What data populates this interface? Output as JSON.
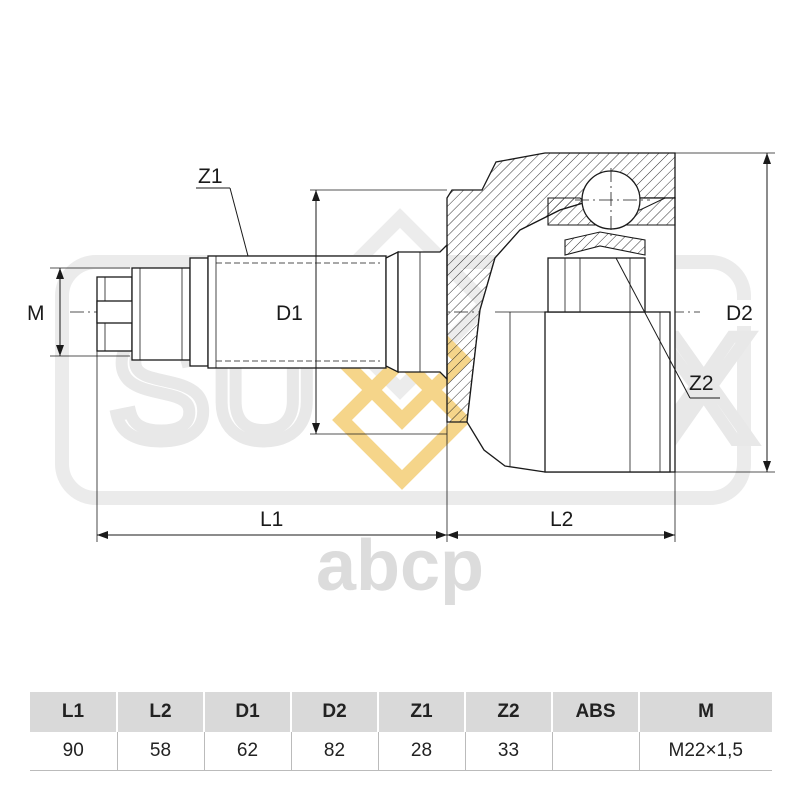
{
  "diagram": {
    "labels": {
      "z1": "Z1",
      "z2": "Z2",
      "m": "M",
      "d1": "D1",
      "d2": "D2",
      "l1": "L1",
      "l2": "L2"
    },
    "watermark": {
      "logo_text": "SUFIX",
      "site_text": "abcp"
    }
  },
  "spec_table": {
    "headers": [
      "L1",
      "L2",
      "D1",
      "D2",
      "Z1",
      "Z2",
      "ABS",
      "M"
    ],
    "values": [
      "90",
      "58",
      "62",
      "82",
      "28",
      "33",
      "",
      "M22×1,5"
    ]
  },
  "colors": {
    "line": "#1a1a1a",
    "header_bg": "#d9d9d9",
    "watermark_gray": "#e6e6e6",
    "watermark_yellow": "#f5d58a"
  }
}
